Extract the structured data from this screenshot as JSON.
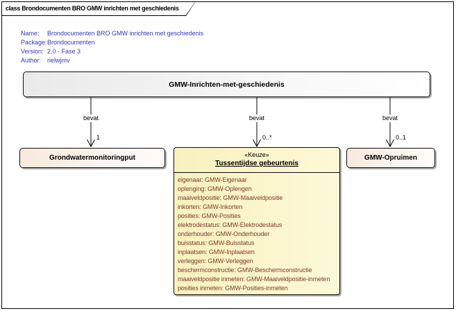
{
  "frame": {
    "title": "class Brondocumenten BRO GMW inrichten met geschiedenis"
  },
  "metadata": {
    "rows": [
      {
        "label": "Name:",
        "value": "Brondocumenten BRO GMW inrichten met geschiedenis"
      },
      {
        "label": "Package:",
        "value": "Brondocumenten"
      },
      {
        "label": "Version:",
        "value": "2.0 - Fase 3"
      },
      {
        "label": "Author:",
        "value": "rielwjmv"
      }
    ]
  },
  "diagram": {
    "root_class": {
      "name": "GMW-Inrichten-met-geschiedenis"
    },
    "connectors": [
      {
        "label": "bevat",
        "multiplicity": "1",
        "target": "Grondwatermonitoringput"
      },
      {
        "label": "bevat",
        "multiplicity": "0..*",
        "target": "Tussentijdse gebeurtenis"
      },
      {
        "label": "bevat",
        "multiplicity": "0..1",
        "target": "GMW-Opruimen"
      }
    ],
    "left_class": {
      "name": "Grondwatermonitoringput"
    },
    "choice_class": {
      "stereotype": "«Keuze»",
      "name": "Tussentijdse gebeurtenis",
      "attributes": [
        "eigenaar: GMW-Eigenaar",
        "oplenging: GMW-Oplengen",
        "maaiveldpositie: GMW-Maaiveldpositie",
        "inkorten: GMW-Inkorten",
        "posities: GMW-Posities",
        "elektrodestatus: GMW-Elektrodestatus",
        "onderhouder: GMW-Onderhouder",
        "buisstatus: GMW-Buisstatus",
        "inplaatsen: GMW-Inplaatsen",
        "verleggen: GMW-Verleggen",
        "beschermconstructie: GMW-Beschermconstructie",
        "maaiveldpositie inmeten: GMW-Maaiveldpositie-inmeten",
        "posities inmeten: GMW-Posities-inmeten"
      ]
    },
    "right_class": {
      "name": "GMW-Opruimen"
    }
  },
  "colors": {
    "metadata_text": "#3434c2",
    "attribute_text": "#7e3b30",
    "root_fill_start": "#eaeaea",
    "root_fill_end": "#ffffff",
    "class_fill_start": "#f9e9dc",
    "class_fill_end": "#fefcfa",
    "choice_fill_start": "#f8f1bd",
    "choice_fill_end": "#fdf9d8",
    "connector_line": "#000000"
  }
}
